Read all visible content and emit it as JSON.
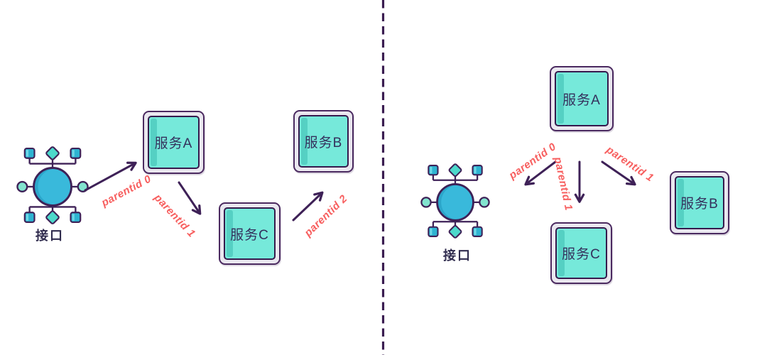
{
  "title": "parentid call-chain comparison diagram",
  "colors": {
    "arrow_purple": "#3e2157",
    "divider_purple": "#3a1c50",
    "edge_label_red": "#f75e5e",
    "box_fill_aqua": "#76e9da",
    "box_strip_teal": "#55d0c3",
    "box_frame_gray": "#eae7ef",
    "box_border_purple": "#361a4d",
    "hub_circle_teal": "#39b9db",
    "hub_mint": "#82e4cf"
  },
  "panels": {
    "left": {
      "interface_label": "接口",
      "services": [
        {
          "id": "A",
          "label": "服务A"
        },
        {
          "id": "C",
          "label": "服务C"
        },
        {
          "id": "B",
          "label": "服务B"
        }
      ],
      "edges": [
        {
          "from": "接口",
          "to": "服务A",
          "label": "parentid 0"
        },
        {
          "from": "服务A",
          "to": "服务C",
          "label": "parentid 1"
        },
        {
          "from": "服务C",
          "to": "服务B",
          "label": "parentid 2"
        }
      ]
    },
    "right": {
      "interface_label": "接口",
      "services": [
        {
          "id": "A",
          "label": "服务A"
        },
        {
          "id": "C",
          "label": "服务C"
        },
        {
          "id": "B",
          "label": "服务B"
        }
      ],
      "edges": [
        {
          "from": "服务A",
          "to": "接口",
          "label": "parentid 0"
        },
        {
          "from": "服务A",
          "to": "服务C",
          "label": "parentid 1"
        },
        {
          "from": "服务A",
          "to": "服务B",
          "label": "parentid 1"
        }
      ]
    }
  }
}
